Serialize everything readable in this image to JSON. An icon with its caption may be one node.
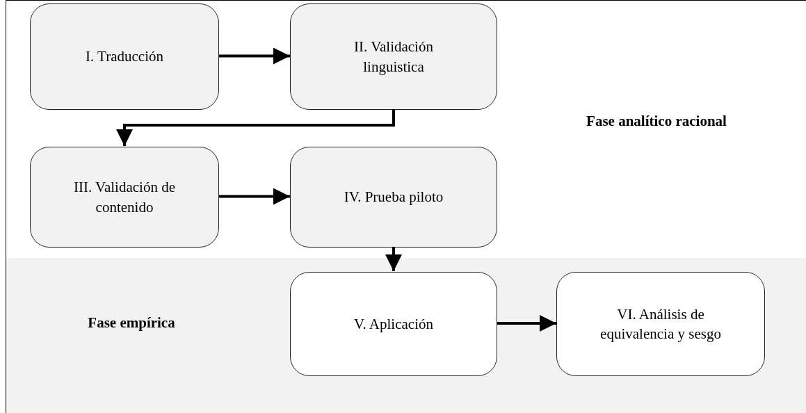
{
  "diagram": {
    "nodes": [
      {
        "text": [
          "Fase analítico racional"
        ]
      },
      {
        "text": [
          "I. Traducción"
        ],
        "in": 0
      },
      {
        "text": [
          "II. Validación linguistica"
        ],
        "in": 0
      },
      {
        "text": [
          "III. Validación de contenido"
        ],
        "in": 0
      },
      {
        "text": [
          "IV. Prueba piloto"
        ],
        "in": 0
      },
      {
        "text": [
          "Fase empírica"
        ]
      },
      {
        "text": [
          "V. Aplicación"
        ],
        "in": 5
      },
      {
        "text": [
          "VI. Análisis de equivalencia y sesgo"
        ],
        "in": 5
      }
    ],
    "edges": [
      {
        "from": 1,
        "to": 2,
        "arrow": "to"
      },
      {
        "from": 2,
        "to": 3,
        "arrow": "to"
      },
      {
        "from": 3,
        "to": 4,
        "arrow": "to"
      },
      {
        "from": 4,
        "to": 6,
        "arrow": "to"
      },
      {
        "from": 6,
        "to": 7,
        "arrow": "to"
      }
    ]
  }
}
